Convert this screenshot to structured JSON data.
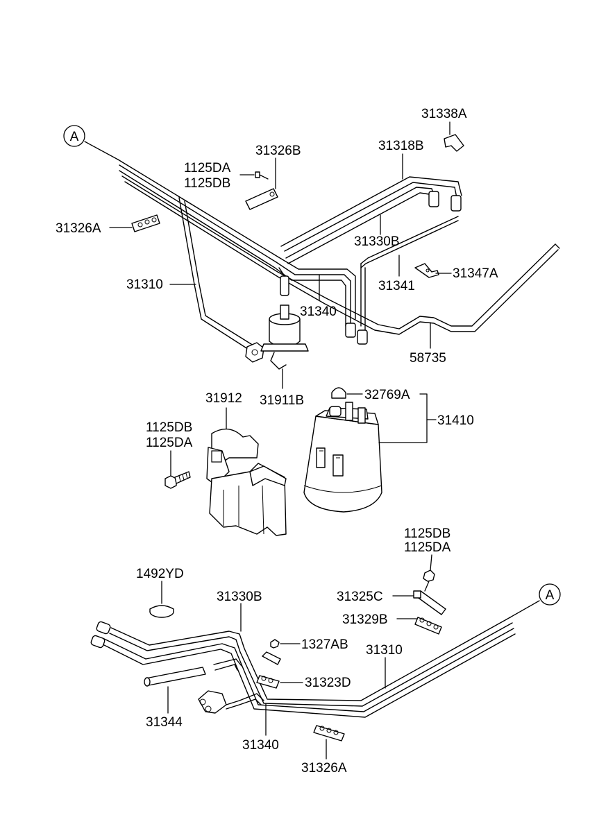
{
  "diagram": {
    "ref_marker": "A",
    "labels": {
      "p31338A": "31338A",
      "p31318B": "31318B",
      "p31326B": "31326B",
      "p1125DA_top": "1125DA",
      "p1125DB_top": "1125DB",
      "p31326A_top": "31326A",
      "p31330B_top": "31330B",
      "p31341": "31341",
      "p31347A": "31347A",
      "p31310_top": "31310",
      "p31340_top": "31340",
      "p58735": "58735",
      "p31911B": "31911B",
      "p31912": "31912",
      "p1125DB_mid": "1125DB",
      "p1125DA_mid": "1125DA",
      "p32769A": "32769A",
      "p31410": "31410",
      "p1125DB_right": "1125DB",
      "p1125DA_right": "1125DA",
      "p1492YD": "1492YD",
      "p31330B_bottom": "31330B",
      "p31325C": "31325C",
      "p31329B": "31329B",
      "p1327AB": "1327AB",
      "p31310_bottom": "31310",
      "p31323D": "31323D",
      "p31344": "31344",
      "p31340_bottom": "31340",
      "p31326A_bottom": "31326A"
    }
  }
}
